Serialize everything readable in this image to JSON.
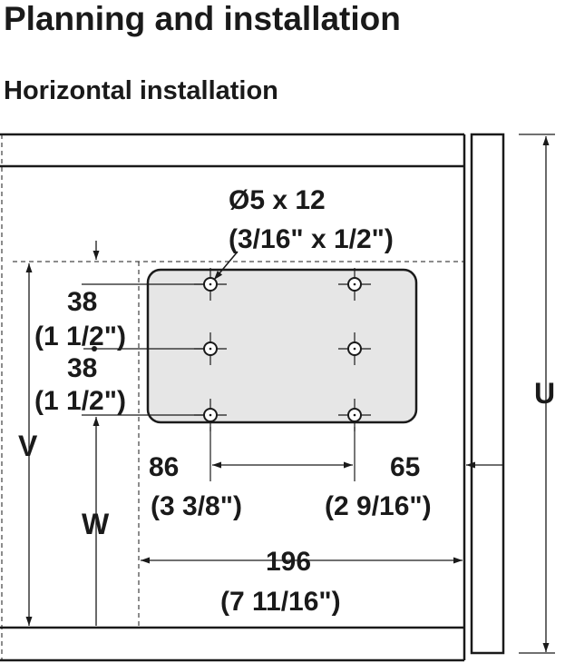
{
  "header": {
    "title": "Planning and installation",
    "subtitle": "Horizontal installation"
  },
  "diagram": {
    "hole_label": "Ø5 x 12",
    "hole_label_imperial": "(3/16\" x 1/2\")",
    "dim_38_top": "38",
    "dim_38_top_imperial": "(1 1/2\")",
    "dim_38_bottom": "38",
    "dim_38_bottom_imperial": "(1 1/2\")",
    "dim_86": "86",
    "dim_86_imperial": "(3 3/8\")",
    "dim_65": "65",
    "dim_65_imperial": "(2 9/16\")",
    "dim_196": "196",
    "dim_196_imperial": "(7 11/16\")",
    "label_u": "U",
    "label_v": "V",
    "label_w": "W"
  },
  "colors": {
    "line": "#1a1a1a",
    "plate_fill": "#e6e6e6"
  }
}
